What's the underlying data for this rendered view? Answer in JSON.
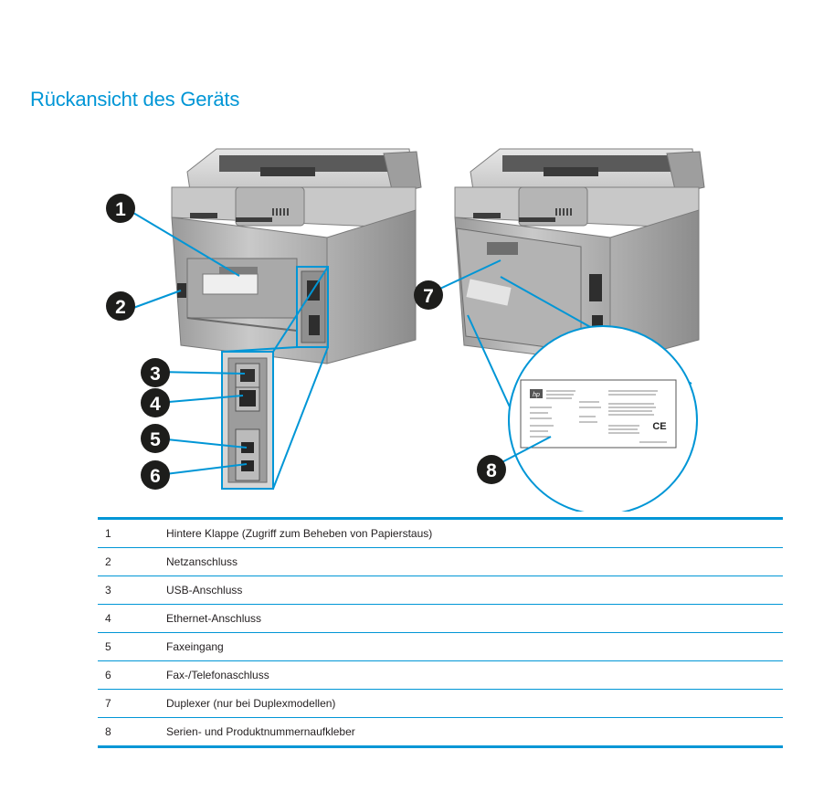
{
  "page": {
    "title": "Rückansicht des Geräts"
  },
  "figure": {
    "callouts": [
      "1",
      "2",
      "3",
      "4",
      "5",
      "6",
      "7",
      "8"
    ],
    "callout_color": "#1d1d1b",
    "line_color": "#0096d6",
    "sticker_mark": "CE",
    "logo": "hp"
  },
  "legend": {
    "rows": [
      {
        "num": "1",
        "label": "Hintere Klappe (Zugriff zum Beheben von Papierstaus)"
      },
      {
        "num": "2",
        "label": "Netzanschluss"
      },
      {
        "num": "3",
        "label": "USB-Anschluss"
      },
      {
        "num": "4",
        "label": "Ethernet-Anschluss"
      },
      {
        "num": "5",
        "label": "Faxeingang"
      },
      {
        "num": "6",
        "label": "Fax-/Telefonaschluss"
      },
      {
        "num": "7",
        "label": "Duplexer (nur bei Duplexmodellen)"
      },
      {
        "num": "8",
        "label": "Serien- und Produktnummernaufkleber"
      }
    ]
  }
}
